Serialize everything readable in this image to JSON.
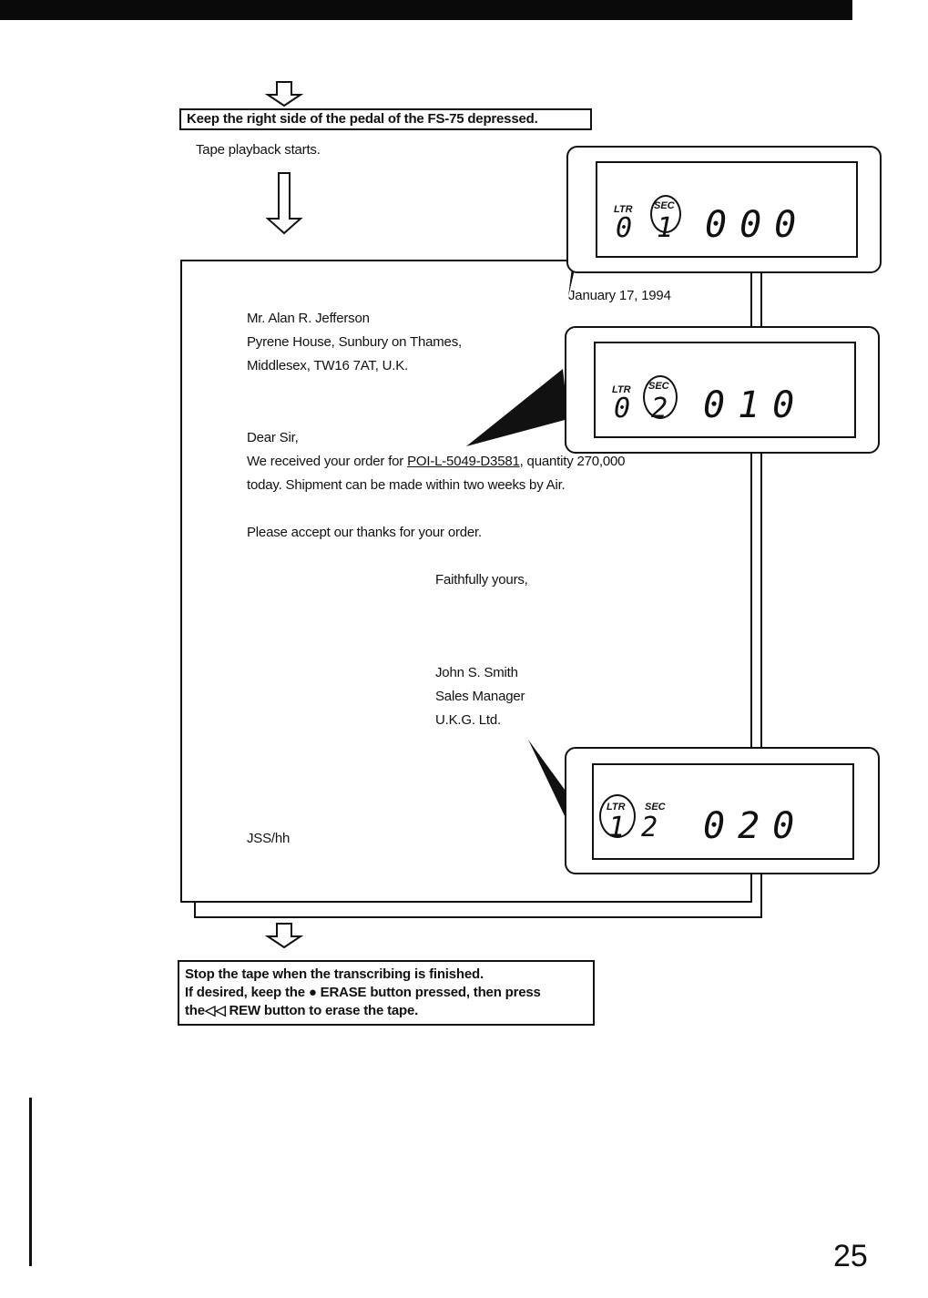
{
  "instructions": {
    "step1": "Keep the right side of the pedal of the FS-75 depressed.",
    "step1_result": "Tape playback starts.",
    "step2_lines": [
      "Stop the tape when the transcribing is finished.",
      "If desired, keep the ● ERASE button pressed, then press",
      "the◁◁ REW button to erase the tape."
    ]
  },
  "letter": {
    "date": "January 17, 1994",
    "address": [
      "Mr. Alan R. Jefferson",
      "Pyrene House, Sunbury on Thames,",
      "Middlesex, TW16 7AT, U.K."
    ],
    "salutation": "Dear Sir,",
    "body_line1_pre": "We received your order for ",
    "body_line1_link": "POI-L-5049-D3581",
    "body_line1_post": ", quantity 270,000",
    "body_line2": "today.  Shipment can be made within two weeks by Air.",
    "body_line3": "Please accept our thanks for your order.",
    "closing": "Faithfully yours,",
    "signature": [
      "John S. Smith",
      "Sales Manager",
      "U.K.G. Ltd."
    ],
    "reference": "JSS/hh"
  },
  "displays": [
    {
      "ltr_label": "LTR",
      "sec_label": "SEC",
      "ltr_value": "0",
      "sec_value": "1",
      "counter": "000",
      "circled": "sec"
    },
    {
      "ltr_label": "LTR",
      "sec_label": "SEC",
      "ltr_value": "0",
      "sec_value": "2",
      "counter": "010",
      "circled": "sec"
    },
    {
      "ltr_label": "LTR",
      "sec_label": "SEC",
      "ltr_value": "1",
      "sec_value": "2",
      "counter": "020",
      "circled": "ltr"
    }
  ],
  "page_number": "25",
  "icons": [
    "down-arrow-icon",
    "record-dot-icon",
    "rewind-icon"
  ]
}
